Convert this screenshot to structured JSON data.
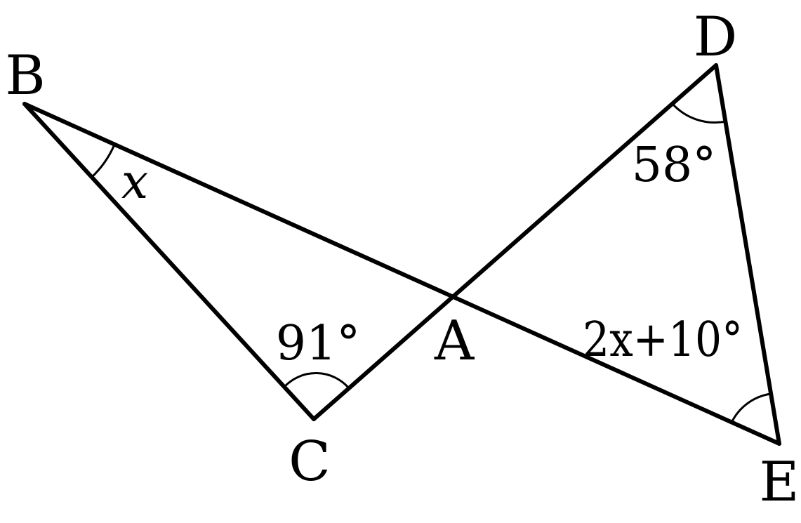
{
  "diagram": {
    "vertices": {
      "B": "B",
      "C": "C",
      "A": "A",
      "D": "D",
      "E": "E"
    },
    "angles": {
      "angle_B": "x",
      "angle_C": "91°",
      "angle_D": "58°",
      "angle_E": "2x+10°"
    },
    "segments": [
      "BE",
      "BC",
      "CD",
      "DE"
    ]
  }
}
